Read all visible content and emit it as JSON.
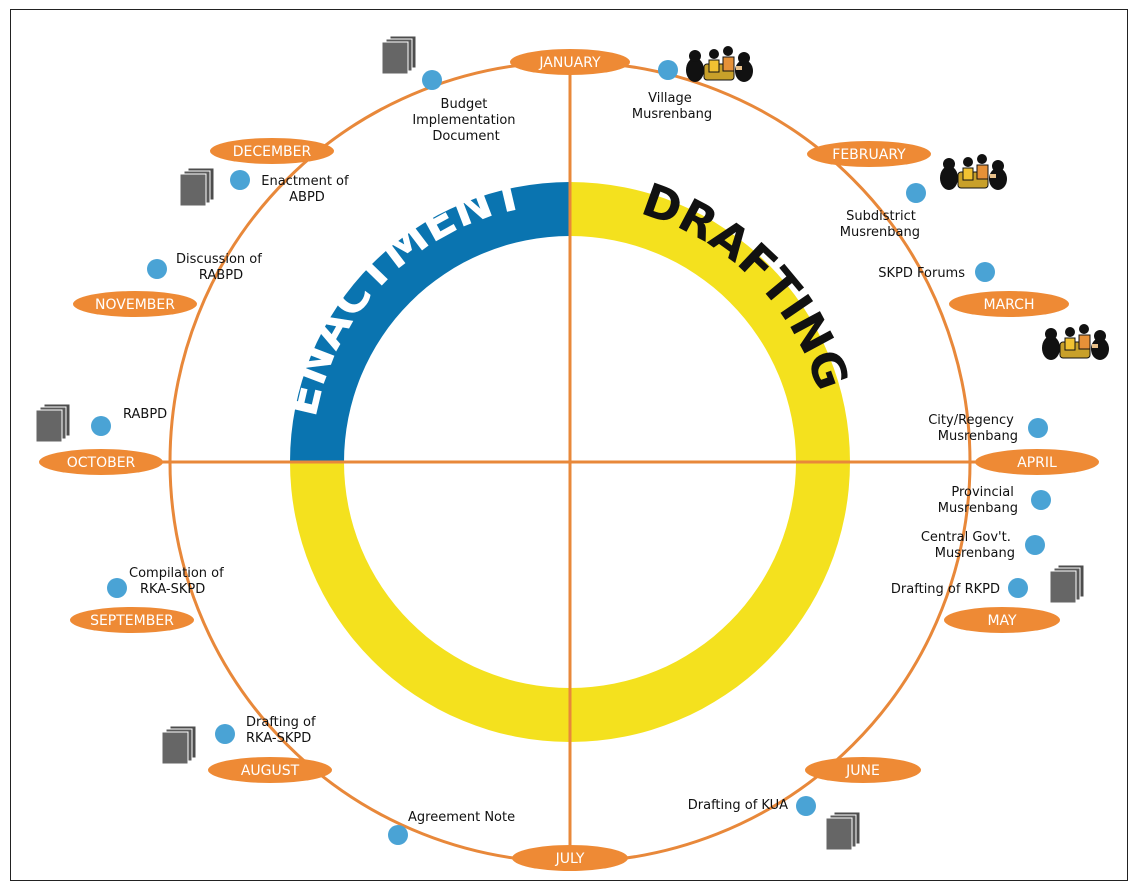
{
  "colors": {
    "ring_orange": "#e8883a",
    "month_pill": "#ee8a35",
    "event_dot": "#4aa3d5",
    "enactment_blue": "#0a74b0",
    "drafting_yellow": "#f4e11e",
    "document_icon": "#555555"
  },
  "phases": {
    "enactment": "ENACTMENT",
    "drafting": "DRAFTING"
  },
  "months": {
    "january": "JANUARY",
    "february": "FEBRUARY",
    "march": "MARCH",
    "april": "APRIL",
    "may": "MAY",
    "june": "JUNE",
    "july": "JULY",
    "august": "AUGUST",
    "september": "SEPTEMBER",
    "october": "OCTOBER",
    "november": "NOVEMBER",
    "december": "DECEMBER"
  },
  "events": {
    "village_musrenbang": [
      "Village",
      "Musrenbang"
    ],
    "subdistrict_musrenbang": [
      "Subdistrict",
      "Musrenbang"
    ],
    "skpd_forums": [
      "SKPD Forums"
    ],
    "city_regency_musrenbang": [
      "City/Regency",
      "Musrenbang"
    ],
    "provincial_musrenbang": [
      "Provincial",
      "Musrenbang"
    ],
    "central_gov_musrenbang": [
      "Central Gov't.",
      "Musrenbang"
    ],
    "drafting_rkpd": [
      "Drafting of RKPD"
    ],
    "drafting_kua": [
      "Drafting of KUA"
    ],
    "agreement_note": [
      "Agreement Note"
    ],
    "drafting_rka_skpd": [
      "Drafting of",
      "RKA-SKPD"
    ],
    "compilation_rka_skpd": [
      "Compilation of",
      "RKA-SKPD"
    ],
    "rabpd": [
      "RABPD"
    ],
    "discussion_rabpd": [
      "Discussion of",
      "RABPD"
    ],
    "enactment_abpd": [
      "Enactment of",
      "ABPD"
    ],
    "budget_implementation_document": [
      "Budget",
      "Implementation",
      "Document"
    ]
  },
  "icons": {
    "people": "people-meeting-icon",
    "document": "document-stack-icon"
  }
}
